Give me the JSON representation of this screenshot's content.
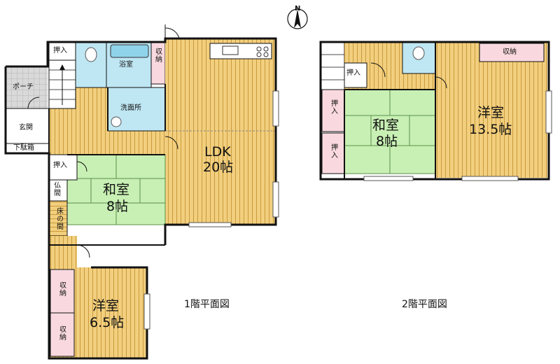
{
  "floor1": {
    "title": "1階平面図",
    "rooms": {
      "ldk": {
        "name": "LDK",
        "size": "20帖"
      },
      "washitsu": {
        "name": "和室",
        "size": "8帖"
      },
      "yoshitsu": {
        "name": "洋室",
        "size": "6.5帖"
      },
      "bath": "浴室",
      "senmen": "洗面所",
      "genkan": "玄関",
      "porch": "ポーチ",
      "getabako": "下駄箱",
      "oshiire_top": "押入",
      "oshiire_mid": "押入",
      "shuno_bath": "収納",
      "butsuma": "仏間",
      "tokonoma": "床の間",
      "shuno_a": "収納",
      "shuno_b": "収納"
    }
  },
  "floor2": {
    "title": "2階平面図",
    "rooms": {
      "washitsu": {
        "name": "和室",
        "size": "8帖"
      },
      "yoshitsu": {
        "name": "洋室",
        "size": "13.5帖"
      },
      "shuno": "収納",
      "oshiire_top": "押入",
      "oshiire_a": "押入",
      "oshiire_b": "押入"
    }
  },
  "compass": {
    "label": "N",
    "icon": "north-arrow-icon"
  },
  "colors": {
    "wood": "#f2cf7e",
    "wood_line": "#c99a3c",
    "tatami": "#c8f0b4",
    "tatami_line": "#5a8f4a",
    "wet": "#bfe6f3",
    "storage": "#f9d9df",
    "porch": "#d9d9d9",
    "wall": "#111111"
  }
}
